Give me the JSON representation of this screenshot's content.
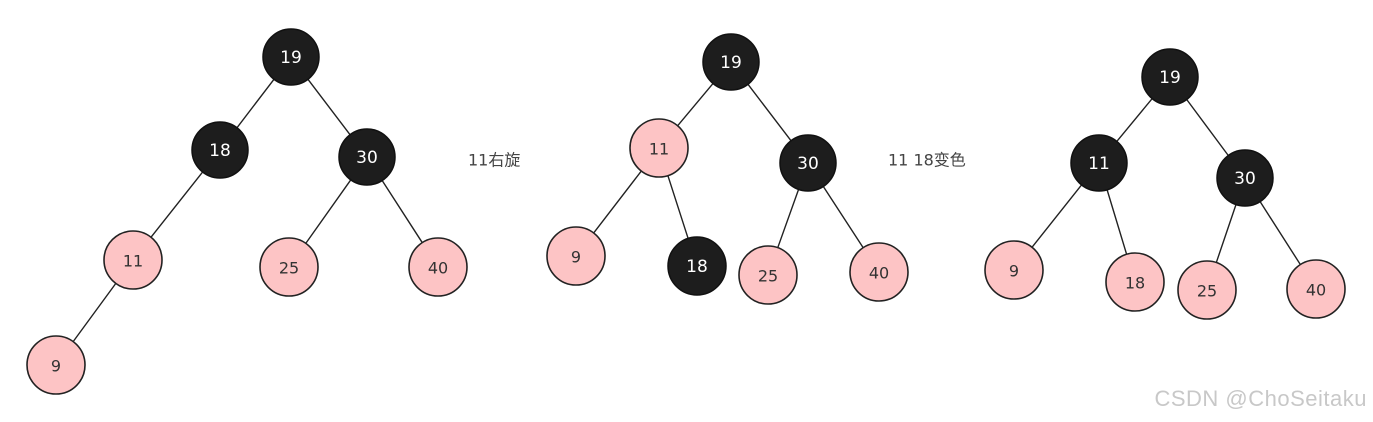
{
  "colors": {
    "black_node": "#1d1d1d",
    "red_node": "#fdc4c5",
    "edge": "#222222",
    "watermark": "#c8c8c8"
  },
  "trees": [
    {
      "name": "before",
      "nodes": [
        {
          "id": "n19",
          "label": "19",
          "color": "black"
        },
        {
          "id": "n18",
          "label": "18",
          "color": "black"
        },
        {
          "id": "n30",
          "label": "30",
          "color": "black"
        },
        {
          "id": "n11",
          "label": "11",
          "color": "red"
        },
        {
          "id": "n25",
          "label": "25",
          "color": "red"
        },
        {
          "id": "n40",
          "label": "40",
          "color": "red"
        },
        {
          "id": "n9",
          "label": "9",
          "color": "red"
        }
      ],
      "edges": [
        [
          "n19",
          "n18"
        ],
        [
          "n19",
          "n30"
        ],
        [
          "n18",
          "n11"
        ],
        [
          "n30",
          "n25"
        ],
        [
          "n30",
          "n40"
        ],
        [
          "n11",
          "n9"
        ]
      ]
    },
    {
      "name": "after-rotation",
      "nodes": [
        {
          "id": "n19",
          "label": "19",
          "color": "black"
        },
        {
          "id": "n11",
          "label": "11",
          "color": "red"
        },
        {
          "id": "n30",
          "label": "30",
          "color": "black"
        },
        {
          "id": "n9",
          "label": "9",
          "color": "red"
        },
        {
          "id": "n18",
          "label": "18",
          "color": "black"
        },
        {
          "id": "n25",
          "label": "25",
          "color": "red"
        },
        {
          "id": "n40",
          "label": "40",
          "color": "red"
        }
      ],
      "edges": [
        [
          "n19",
          "n11"
        ],
        [
          "n19",
          "n30"
        ],
        [
          "n11",
          "n9"
        ],
        [
          "n11",
          "n18"
        ],
        [
          "n30",
          "n25"
        ],
        [
          "n30",
          "n40"
        ]
      ]
    },
    {
      "name": "after-recolor",
      "nodes": [
        {
          "id": "n19",
          "label": "19",
          "color": "black"
        },
        {
          "id": "n11",
          "label": "11",
          "color": "black"
        },
        {
          "id": "n30",
          "label": "30",
          "color": "black"
        },
        {
          "id": "n9",
          "label": "9",
          "color": "red"
        },
        {
          "id": "n18",
          "label": "18",
          "color": "red"
        },
        {
          "id": "n25",
          "label": "25",
          "color": "red"
        },
        {
          "id": "n40",
          "label": "40",
          "color": "red"
        }
      ],
      "edges": [
        [
          "n19",
          "n11"
        ],
        [
          "n19",
          "n30"
        ],
        [
          "n11",
          "n9"
        ],
        [
          "n11",
          "n18"
        ],
        [
          "n30",
          "n25"
        ],
        [
          "n30",
          "n40"
        ]
      ]
    }
  ],
  "steps": [
    {
      "text": "11右旋"
    },
    {
      "text": "11 18变色"
    }
  ],
  "watermark": "CSDN @ChoSeitaku"
}
